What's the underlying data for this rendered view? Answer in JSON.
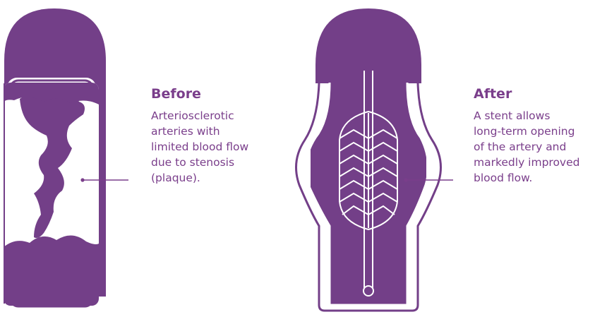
{
  "panels": [
    {
      "title": "Before",
      "description": "Arteriosclerotic\narteries with\nlimited blood flow\ndue to stenosis\n(plaque)."
    },
    {
      "title": "After",
      "description": "A stent allows\nlong-term opening\nof the artery and\nmarkedly improved\nblood flow."
    }
  ],
  "colors": {
    "artery": "#733f88",
    "text": "#7a3e8b",
    "line": "#7a3e8b",
    "background": "#ffffff"
  }
}
